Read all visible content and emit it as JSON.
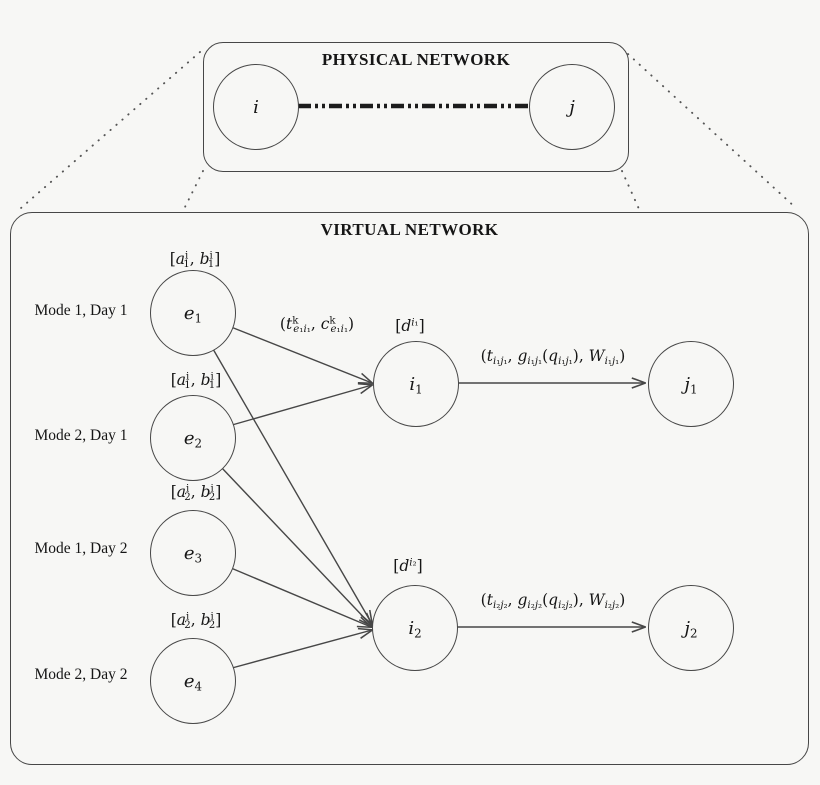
{
  "colors": {
    "background": "#f7f7f5",
    "stroke": "#474747",
    "text": "#161616"
  },
  "physical_network": {
    "title": "PHYSICAL NETWORK",
    "nodes": [
      {
        "id": "i",
        "label_html": "<i>i</i>"
      },
      {
        "id": "j",
        "label_html": "<i>j</i>"
      }
    ],
    "link": {
      "from": "i",
      "to": "j",
      "style": "dash-dot"
    }
  },
  "virtual_network": {
    "title": "VIRTUAL NETWORK",
    "rows": [
      {
        "mode_day": "Mode 1, Day 1",
        "node_id": "e1",
        "label_html": "<i>e</i><sub>1</sub>",
        "interval_html": "[<i>a</i><sup>i</sup><sub>1</sub>, <i>b</i><sup>i</sup><sub>1</sub>]"
      },
      {
        "mode_day": "Mode 2, Day 1",
        "node_id": "e2",
        "label_html": "<i>e</i><sub>2</sub>",
        "interval_html": "[<i>a</i><sup>i</sup><sub>1</sub>, <i>b</i><sup>i</sup><sub>1</sub>]"
      },
      {
        "mode_day": "Mode 1, Day 2",
        "node_id": "e3",
        "label_html": "<i>e</i><sub>3</sub>",
        "interval_html": "[<i>a</i><sup>i</sup><sub>2</sub>, <i>b</i><sup>i</sup><sub>2</sub>]"
      },
      {
        "mode_day": "Mode 2, Day 2",
        "node_id": "e4",
        "label_html": "<i>e</i><sub>4</sub>",
        "interval_html": "[<i>a</i><sup>i</sup><sub>2</sub>, <i>b</i><sup>i</sup><sub>2</sub>]"
      }
    ],
    "hubs": [
      {
        "node_id": "i1",
        "label_html": "<i>i</i><sub>1</sub>",
        "demand_html": "[<i>d</i><sup><i>i</i>₁</sup>]"
      },
      {
        "node_id": "i2",
        "label_html": "<i>i</i><sub>2</sub>",
        "demand_html": "[<i>d</i><sup><i>i</i>₂</sup>]"
      }
    ],
    "sinks": [
      {
        "node_id": "j1",
        "label_html": "<i>j</i><sub>1</sub>"
      },
      {
        "node_id": "j2",
        "label_html": "<i>j</i><sub>2</sub>"
      }
    ],
    "edge_labels": {
      "e1_i1": "(<i>t</i><sup>k</sup><sub><i>e</i>₁<i>i</i>₁</sub>, <i>c</i><sup>k</sup><sub><i>e</i>₁<i>i</i>₁</sub>)",
      "i1_j1": "(<i>t</i><sub><i>i</i>₁<i>j</i>₁</sub>, <i>g</i><sub><i>i</i>₁<i>j</i>₁</sub>(<i>q</i><sub><i>i</i>₁<i>j</i>₁</sub>), <i>W</i><sub><i>i</i>₁<i>j</i>₁</sub>)",
      "i2_j2": "(<i>t</i><sub><i>i</i>₂<i>j</i>₂</sub>, <i>g</i><sub><i>i</i>₂<i>j</i>₂</sub>(<i>q</i><sub><i>i</i>₂<i>j</i>₂</sub>), <i>W</i><sub><i>i</i>₂<i>j</i>₂</sub>)"
    },
    "edges": [
      {
        "from": "e1",
        "to": "i1",
        "label_key": "e1_i1"
      },
      {
        "from": "e2",
        "to": "i1"
      },
      {
        "from": "e1",
        "to": "i2"
      },
      {
        "from": "e2",
        "to": "i2"
      },
      {
        "from": "e3",
        "to": "i2"
      },
      {
        "from": "e4",
        "to": "i2"
      },
      {
        "from": "i1",
        "to": "j1",
        "label_key": "i1_j1"
      },
      {
        "from": "i2",
        "to": "j2",
        "label_key": "i2_j2"
      }
    ]
  }
}
